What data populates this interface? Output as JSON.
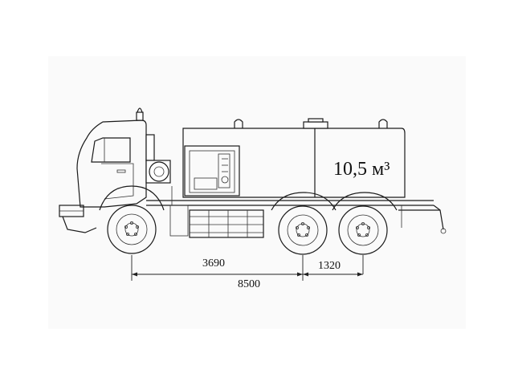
{
  "tank": {
    "volume_label": "10,5 м³"
  },
  "dimensions": {
    "front_to_axle": "3690",
    "axle_spacing": "1320",
    "overall_length": "8500"
  },
  "colors": {
    "line": "#1a1a1a",
    "background": "#ffffff"
  }
}
